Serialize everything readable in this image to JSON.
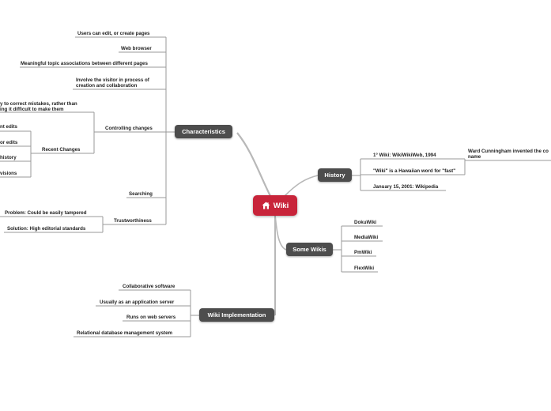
{
  "colors": {
    "central": "#c8243a",
    "topic": "#4d4d4d",
    "line": "#999999",
    "line_light": "#b3b3b3"
  },
  "central": {
    "title": "Wiki",
    "icon": "home-icon"
  },
  "characteristics": {
    "title": "Characteristics",
    "items": {
      "edit_pages": "Users can edit, or create pages",
      "web_browser": "Web browser",
      "topic_associations": "Meaningful topic associations between different pages",
      "involve_visitor": "Involve the visitor in process of creation and collaboration",
      "controlling_changes": "Controlling changes",
      "easy_correct": "y to correct mistakes, rather than\ning it difficult to make them",
      "recent_changes": "Recent Changes",
      "rc_edits": "nt edits",
      "rc_or_edits": "or edits",
      "rc_history": "history",
      "rc_revisions": "visions",
      "searching": "Searching",
      "trustworthiness": "Trustworthiness",
      "problem": "Problem: Could be easily tampered",
      "solution": "Solution: High editorial standards"
    }
  },
  "history": {
    "title": "History",
    "items": {
      "first_wiki": "1° Wiki:  WikiWikiWeb, 1994",
      "cunningham": "Ward Cunningham invented the co\nname",
      "hawaiian": "\"Wiki\" is a Hawaiian word for \"fast\"",
      "wikipedia": "January 15, 2001: Wikipedia"
    }
  },
  "some_wikis": {
    "title": "Some Wikis",
    "items": {
      "dokuwiki": "DokuWiki",
      "mediawiki": "MediaWiki",
      "pmwiki": "PmWiki",
      "flexwiki": "FlexWiki"
    }
  },
  "implementation": {
    "title": "Wiki Implementation",
    "items": {
      "collab_software": "Collaborative software",
      "app_server": "Usually as an application server",
      "web_servers": "Runs on web servers",
      "rdbms": "Relational database management system"
    }
  }
}
